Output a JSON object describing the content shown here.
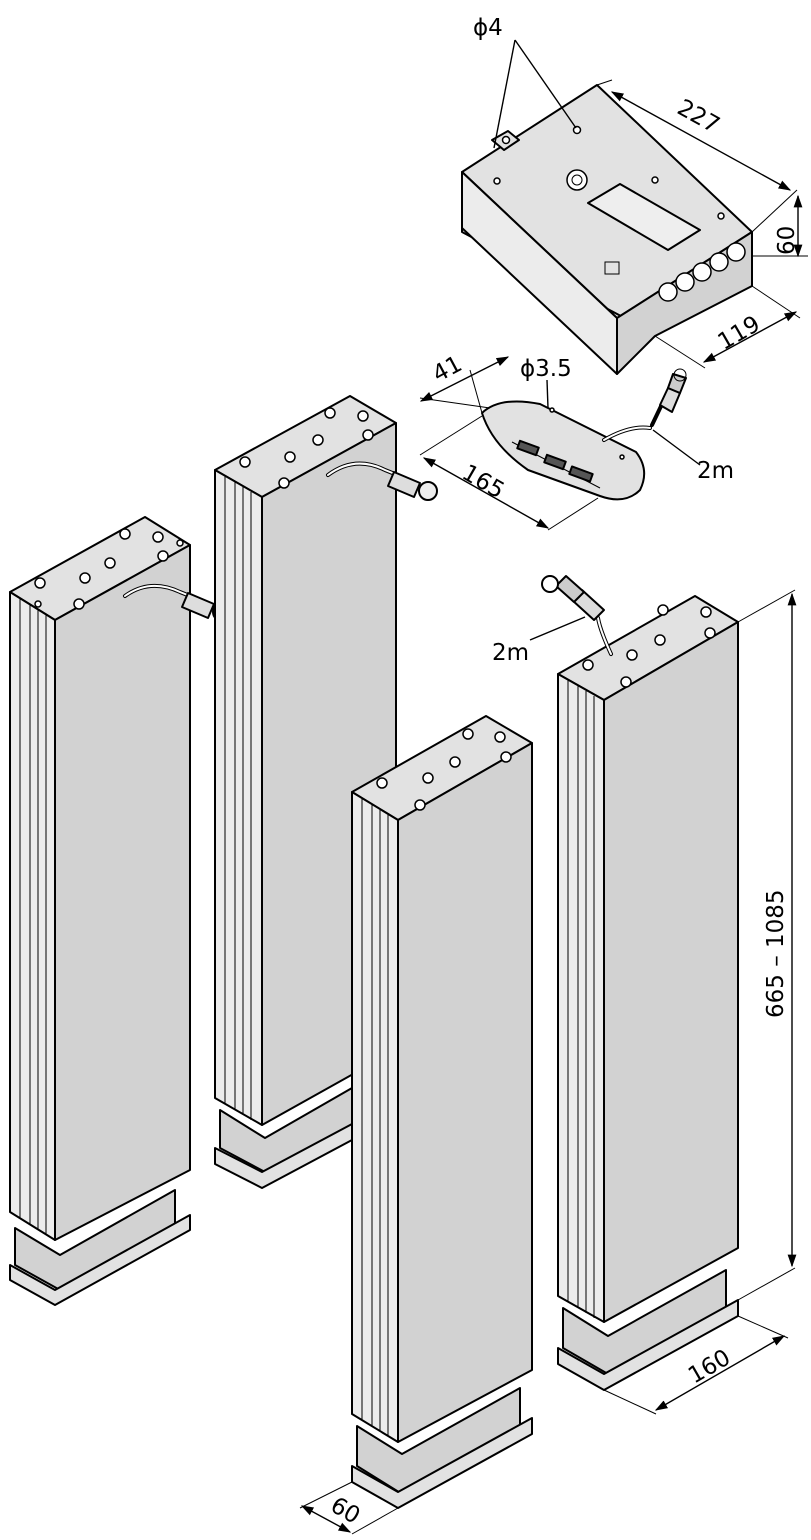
{
  "dimensions": {
    "hole_diameter_box": "ϕ4",
    "box_length": "227",
    "box_height": "60",
    "box_width": "119",
    "handset_width": "41",
    "handset_hole_diameter": "ϕ3.5",
    "handset_length": "165",
    "handset_cable_length": "2m",
    "box_cable_length": "2m",
    "column_height_range": "665 – 1085",
    "column_width": "160",
    "column_depth": "60"
  },
  "colors": {
    "line": "#000000",
    "face_top": "#e2e2e2",
    "face_front": "#ececec",
    "face_side": "#d2d2d2",
    "background": "#ffffff"
  }
}
